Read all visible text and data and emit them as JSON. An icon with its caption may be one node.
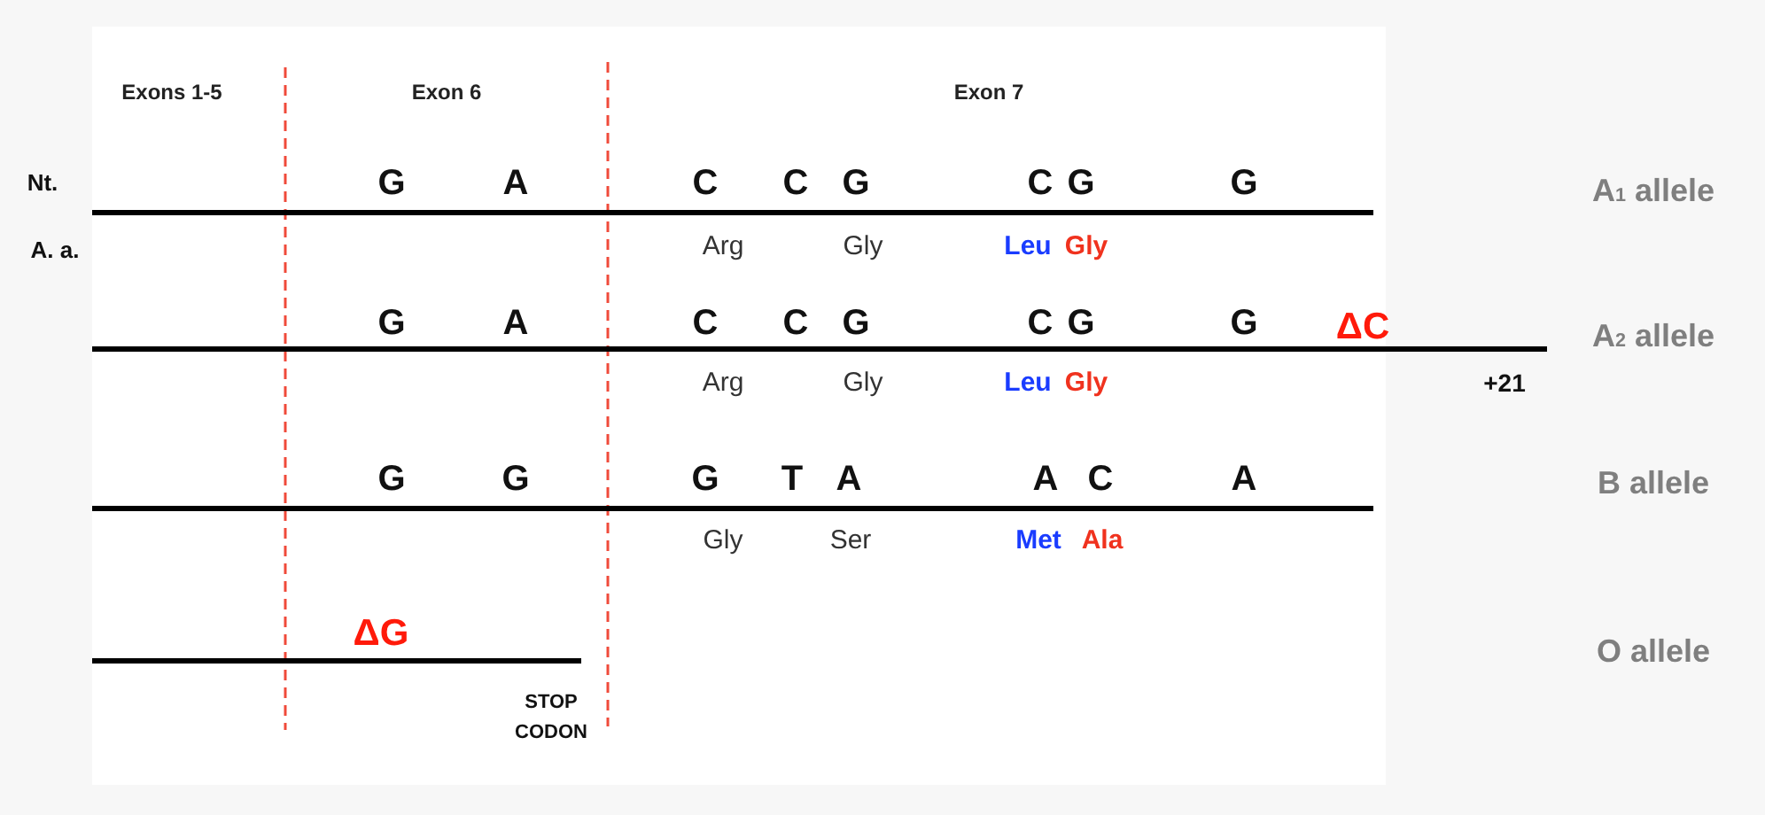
{
  "diagram": {
    "labels": [
      "Exons 1-5",
      "Exon  6",
      "Exon  7",
      "Nt.",
      "G",
      "A",
      "C",
      "C",
      "G",
      "C",
      "G",
      "G",
      "A$_{1}$ allele",
      "A. a.",
      "Arg",
      "Gly",
      "Leu",
      "Gly",
      "G",
      "A",
      "C",
      "C",
      "G",
      "C",
      "G",
      "G",
      "ΔC",
      "A$_{2}$ allele",
      "Arg",
      "Gly",
      "Leu",
      "Gly",
      "+21",
      "G",
      "G",
      "G",
      "T",
      "A",
      "A",
      "C",
      "A",
      "B allele",
      "Gly",
      "Ser",
      "Met",
      "Ala",
      "ΔG",
      "O allele",
      "STOP CODON"
    ]
  }
}
